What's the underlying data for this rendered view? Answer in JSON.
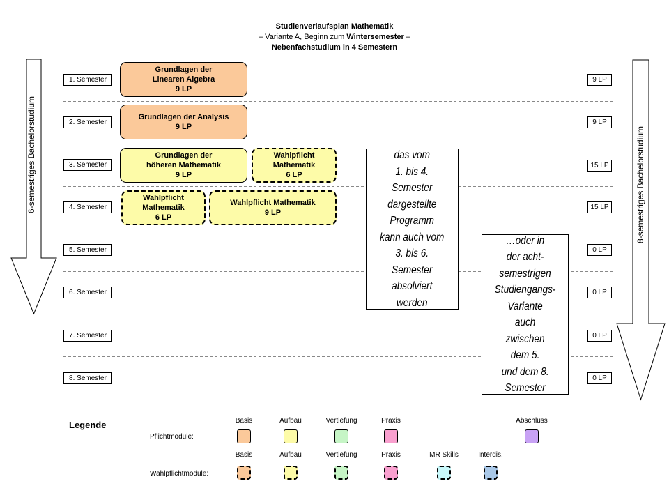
{
  "title": {
    "line1": "Studienverlaufsplan Mathematik",
    "line2_pre": "– Variante A, Beginn zum ",
    "line2_bold": "Wintersemester",
    "line2_post": " –",
    "line3": "Nebenfachstudium in 4 Semestern"
  },
  "semesters": [
    {
      "label": "1. Semester",
      "lp": "9 LP"
    },
    {
      "label": "2. Semester",
      "lp": "9 LP"
    },
    {
      "label": "3. Semester",
      "lp": "15 LP"
    },
    {
      "label": "4. Semester",
      "lp": "15 LP"
    },
    {
      "label": "5. Semester",
      "lp": "0 LP"
    },
    {
      "label": "6. Semester",
      "lp": "0 LP"
    },
    {
      "label": "7. Semester",
      "lp": "0 LP"
    },
    {
      "label": "8. Semester",
      "lp": "0 LP"
    }
  ],
  "modules": {
    "linalg": {
      "name1": "Grundlagen  der",
      "name2": "Linearen Algebra",
      "lp": "9 LP"
    },
    "analysis": {
      "name1": "Grundlagen  der Analysis",
      "lp": "9 LP"
    },
    "hoehere": {
      "name1": "Grundlagen  der",
      "name2": "höheren Mathematik",
      "lp": "9 LP"
    },
    "wahl3": {
      "name1": "Wahlpflicht",
      "name2": "Mathematik",
      "lp": "6 LP"
    },
    "wahl4a": {
      "name1": "Wahlpflicht",
      "name2": "Mathematik",
      "lp": "6 LP"
    },
    "wahl4b": {
      "name1": "Wahlpflicht Mathematik",
      "lp": "9 LP"
    }
  },
  "notes": {
    "six": [
      "das vom",
      "1. bis 4.",
      "Semester",
      "dargestellte",
      "Programm",
      "kann auch vom",
      "3. bis 6.",
      "Semester",
      "absolviert",
      "werden"
    ],
    "eight": [
      "…oder in",
      "der acht-",
      "semestrigen",
      "Studiengangs-",
      "Variante",
      "auch",
      "zwischen",
      "dem 5.",
      "und dem 8.",
      "Semester"
    ]
  },
  "side_labels": {
    "left": "6-semestriges Bachelorstudium",
    "right": "8-semestriges Bachelorstudium"
  },
  "legend": {
    "heading": "Legende",
    "pflicht_label": "Pflichtmodule:",
    "wahl_label": "Wahlpflichtmodule:",
    "pflicht": [
      {
        "name": "Basis",
        "color": "#fbc99a"
      },
      {
        "name": "Aufbau",
        "color": "#fdfba8"
      },
      {
        "name": "Vertiefung",
        "color": "#c6f5c6"
      },
      {
        "name": "Praxis",
        "color": "#f9a0cf"
      },
      {
        "name": "Abschluss",
        "color": "#c8a2f5"
      }
    ],
    "wahl": [
      {
        "name": "Basis",
        "color": "#fbc99a"
      },
      {
        "name": "Aufbau",
        "color": "#fdfba8"
      },
      {
        "name": "Vertiefung",
        "color": "#c6f5c6"
      },
      {
        "name": "Praxis",
        "color": "#f9a0cf"
      },
      {
        "name": "MR Skills",
        "color": "#c9f9fb"
      },
      {
        "name": "Interdis.",
        "color": "#a9c8e8"
      }
    ]
  }
}
